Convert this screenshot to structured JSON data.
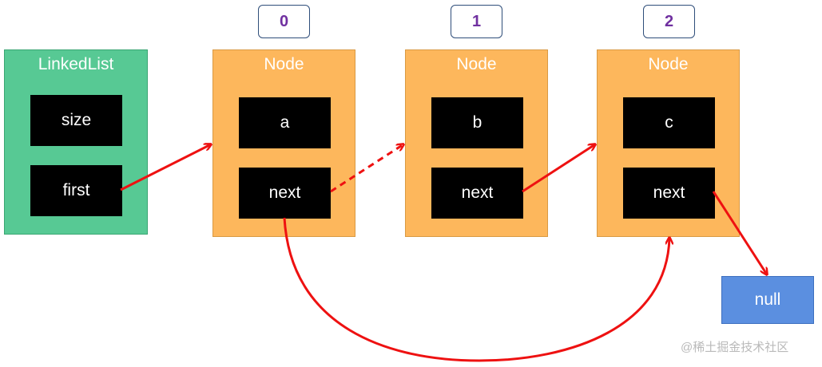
{
  "linked_list": {
    "title": "LinkedList",
    "fields": [
      "size",
      "first"
    ]
  },
  "nodes": [
    {
      "index": "0",
      "title": "Node",
      "value": "a",
      "next_label": "next"
    },
    {
      "index": "1",
      "title": "Node",
      "value": "b",
      "next_label": "next"
    },
    {
      "index": "2",
      "title": "Node",
      "value": "c",
      "next_label": "next"
    }
  ],
  "null_label": "null",
  "watermark": "@稀土掘金技术社区",
  "colors": {
    "linked_list_fill": "#57c994",
    "node_fill": "#fdb75c",
    "field_fill": "#000000",
    "null_fill": "#5b8fe0",
    "index_text": "#7030a0",
    "arrow": "#ee1111"
  },
  "arrows": [
    {
      "from": "linked_list.first",
      "to": "nodes.0",
      "style": "solid"
    },
    {
      "from": "nodes.0.next",
      "to": "nodes.1",
      "style": "dashed"
    },
    {
      "from": "nodes.1.next",
      "to": "nodes.2",
      "style": "solid"
    },
    {
      "from": "nodes.2.next",
      "to": "null",
      "style": "solid"
    },
    {
      "from": "nodes.0.next",
      "to": "nodes.2",
      "style": "solid-curved"
    }
  ]
}
